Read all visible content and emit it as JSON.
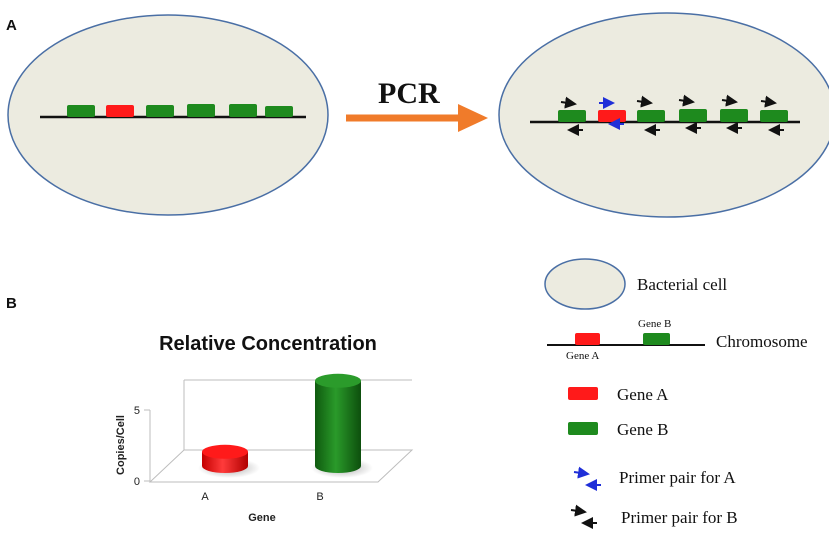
{
  "panels": {
    "a_label": "A",
    "b_label": "B"
  },
  "process": {
    "label": "PCR"
  },
  "colors": {
    "cell_fill": "#ecebe0",
    "cell_stroke": "#4a6fa5",
    "gene_a": "#ff1a1a",
    "gene_b": "#1e8a1e",
    "arrow": "#f07b2a",
    "primer_a": "#1f2fd8",
    "primer_b": "#111111",
    "cylinder_a": "#ff1a1a",
    "cylinder_b": "#1a7a1a"
  },
  "legend": {
    "bacterial_cell": "Bacterial cell",
    "chromosome": "Chromosome",
    "chromosome_gene_a": "Gene A",
    "chromosome_gene_b": "Gene B",
    "gene_a": "Gene A",
    "gene_b": "Gene B",
    "primer_a": "Primer pair for  A",
    "primer_b": "Primer pair for  B"
  },
  "chart_data": {
    "type": "bar",
    "title": "Relative Concentration",
    "xlabel": "Gene",
    "ylabel": "Copies/Cell",
    "categories": [
      "A",
      "B"
    ],
    "values": [
      1,
      6
    ],
    "ylim": [
      0,
      5
    ],
    "yticks": [
      "0",
      "5"
    ],
    "grid": false,
    "style": "3d-cylinder"
  }
}
